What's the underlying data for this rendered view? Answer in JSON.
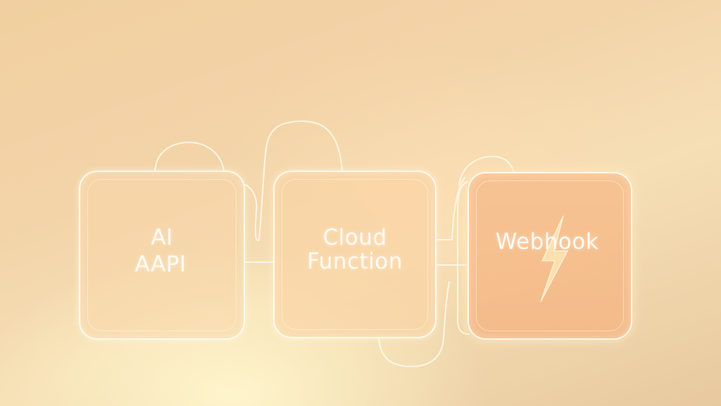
{
  "diagram": {
    "nodes": [
      {
        "id": "ai-api",
        "lines": [
          "AI",
          "AAPI"
        ]
      },
      {
        "id": "cloud-function",
        "lines": [
          "Cloud",
          "Function"
        ]
      },
      {
        "id": "webhook",
        "lines": [
          "Webhook"
        ],
        "icon": "lightning-bolt-icon"
      }
    ],
    "edges": [
      {
        "from": "ai-api",
        "to": "cloud-function"
      },
      {
        "from": "cloud-function",
        "to": "webhook"
      }
    ],
    "colors": {
      "background": "#f3d4a9",
      "outline": "#fffbee",
      "webhook_fill": "#f5bb87",
      "bolt": "#fbe7b8"
    }
  }
}
